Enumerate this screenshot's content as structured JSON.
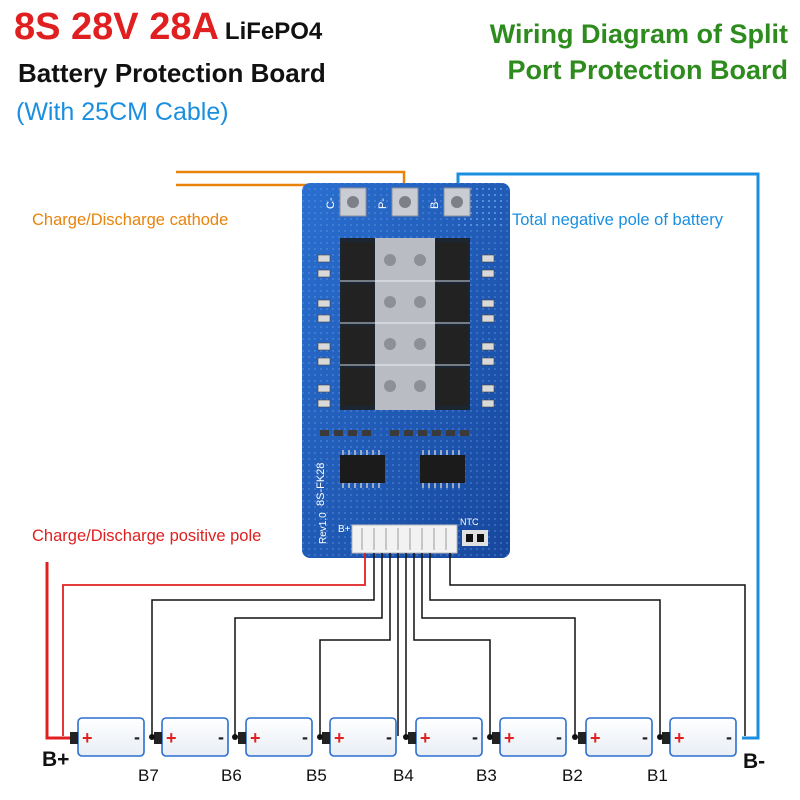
{
  "header": {
    "title": "8S 28V 28A",
    "chemistry": "LiFePO4",
    "subtitle": "Battery Protection Board",
    "cable_note": "(With 25CM Cable)",
    "wiring_title_line1": "Wiring Diagram of Split",
    "wiring_title_line2": "Port Protection Board"
  },
  "labels": {
    "cathode": "Charge/Discharge cathode",
    "negative": "Total negative pole of battery",
    "positive": "Charge/Discharge positive pole"
  },
  "board": {
    "pads": [
      "C-",
      "P-",
      "B-"
    ],
    "silk_model": "8S-FK28",
    "silk_rev": "Rev1.0",
    "silk_bplus": "B+",
    "silk_ntc": "NTC"
  },
  "terminals": {
    "positive": "B+",
    "negative": "B-"
  },
  "cells": [
    "B7",
    "B6",
    "B5",
    "B4",
    "B3",
    "B2",
    "B1"
  ],
  "cell_count": 8,
  "colors": {
    "title_red": "#e02020",
    "cable_blue": "#1a8fe0",
    "wiring_green": "#2e8b1e",
    "orange_wire": "#e8830c",
    "pcb_blue": "#1f5fbf"
  }
}
